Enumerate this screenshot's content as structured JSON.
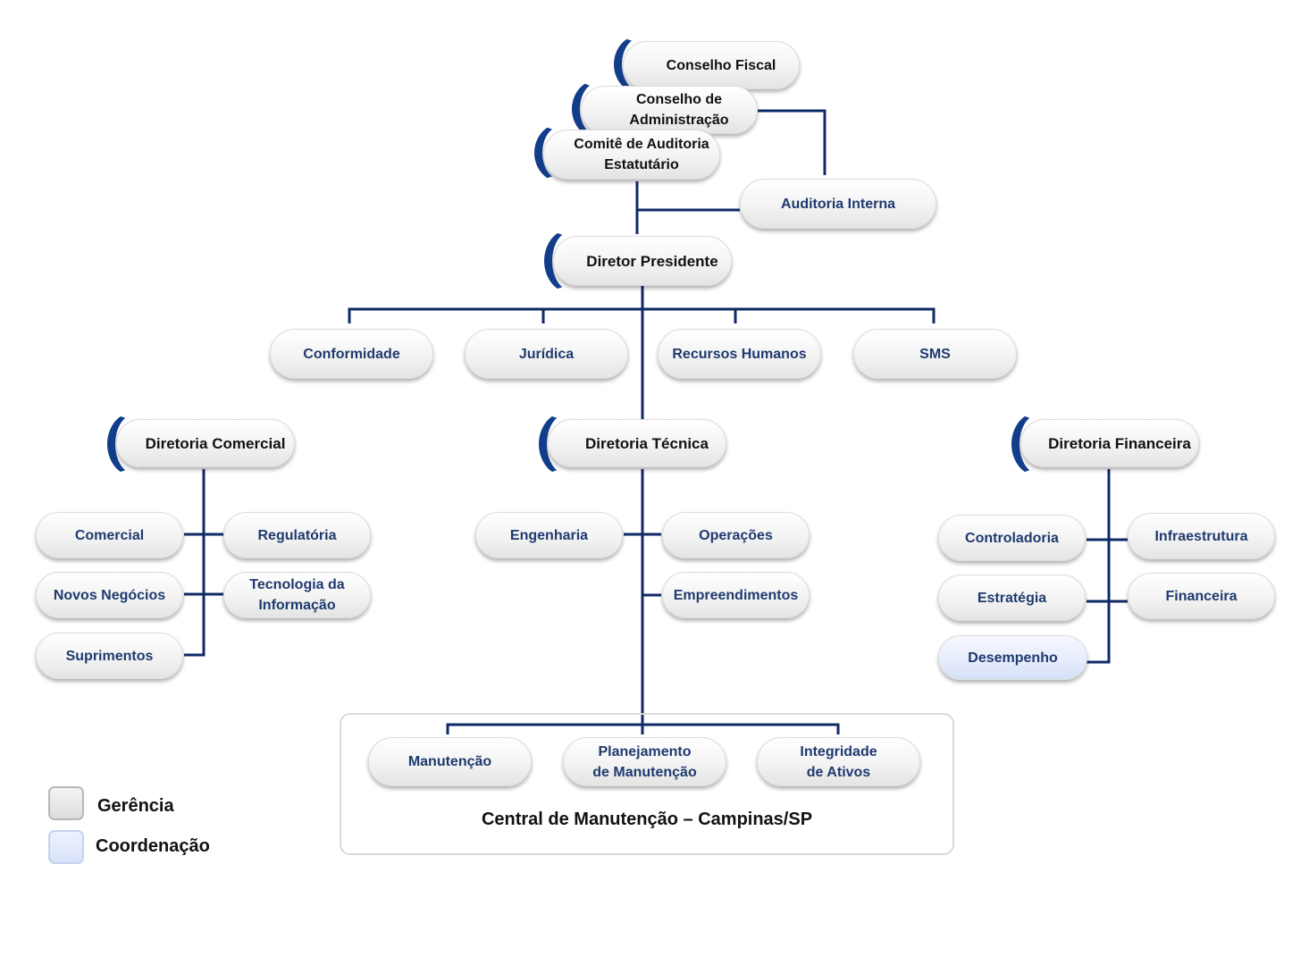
{
  "colors": {
    "connector": "#0f2a66",
    "accent_arc": "#123d8a",
    "gerencia_text": "#1f3a6e"
  },
  "governance": {
    "conselho_fiscal": "Conselho Fiscal",
    "conselho_admin_1": "Conselho de",
    "conselho_admin_2": "Administração",
    "comite_1": "Comitê de Auditoria",
    "comite_2": "Estatutário",
    "auditoria_interna": "Auditoria Interna"
  },
  "president": "Diretor Presidente",
  "staff": {
    "conformidade": "Conformidade",
    "juridica": "Jurídica",
    "rh": "Recursos Humanos",
    "sms": "SMS"
  },
  "directorates": {
    "comercial": "Diretoria Comercial",
    "tecnica": "Diretoria Técnica",
    "financeira": "Diretoria Financeira"
  },
  "comercial": {
    "comercial": "Comercial",
    "regulatoria": "Regulatória",
    "novos_negocios": "Novos Negócios",
    "ti_1": "Tecnologia da",
    "ti_2": "Informação",
    "suprimentos": "Suprimentos"
  },
  "tecnica": {
    "engenharia": "Engenharia",
    "operacoes": "Operações",
    "empreendimentos": "Empreendimentos"
  },
  "financeira": {
    "controladoria": "Controladoria",
    "infraestrutura": "Infraestrutura",
    "estrategia": "Estratégia",
    "financeira": "Financeira",
    "desempenho": "Desempenho"
  },
  "central": {
    "manutencao": "Manutenção",
    "planejamento_1": "Planejamento",
    "planejamento_2": "de Manutenção",
    "integridade_1": "Integridade",
    "integridade_2": "de Ativos",
    "label": "Central de Manutenção – Campinas/SP"
  },
  "legend": {
    "gerencia": "Gerência",
    "coordenacao": "Coordenação"
  }
}
